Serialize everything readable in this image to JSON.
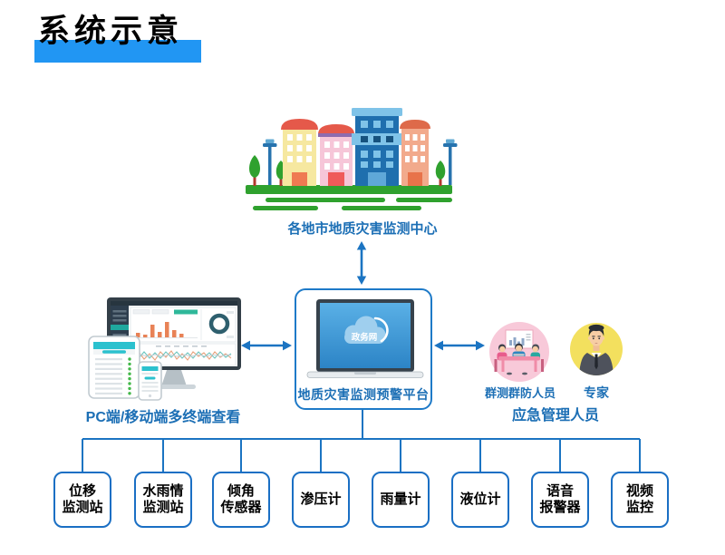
{
  "header": {
    "title": "系统示意"
  },
  "city": {
    "label": "各地市地质灾害监测中心"
  },
  "platform": {
    "label": "地质灾害监测预警平台",
    "cloud_label": "政务网"
  },
  "viewer": {
    "label": "PC端/移动端多终端查看"
  },
  "responders": {
    "group_label": "群测群防人员",
    "expert_label": "专家",
    "section_label": "应急管理人员"
  },
  "devices": [
    {
      "label": "位移\n监测站"
    },
    {
      "label": "水雨情\n监测站"
    },
    {
      "label": "倾角\n传感器"
    },
    {
      "label": "渗压计"
    },
    {
      "label": "雨量计"
    },
    {
      "label": "液位计"
    },
    {
      "label": "语音\n报警器"
    },
    {
      "label": "视频\n监控"
    }
  ],
  "colors": {
    "accent_blue": "#1B74C2",
    "title_bar_blue": "#2196F3",
    "label_blue": "#1C6FB5",
    "box_border_blue": "#1A6FC4",
    "city_green": "#2FA12E",
    "pink_circle": "#F8C9D9",
    "yellow_circle": "#F3E05E",
    "laptop_screen_blue": "#2C84C6"
  }
}
